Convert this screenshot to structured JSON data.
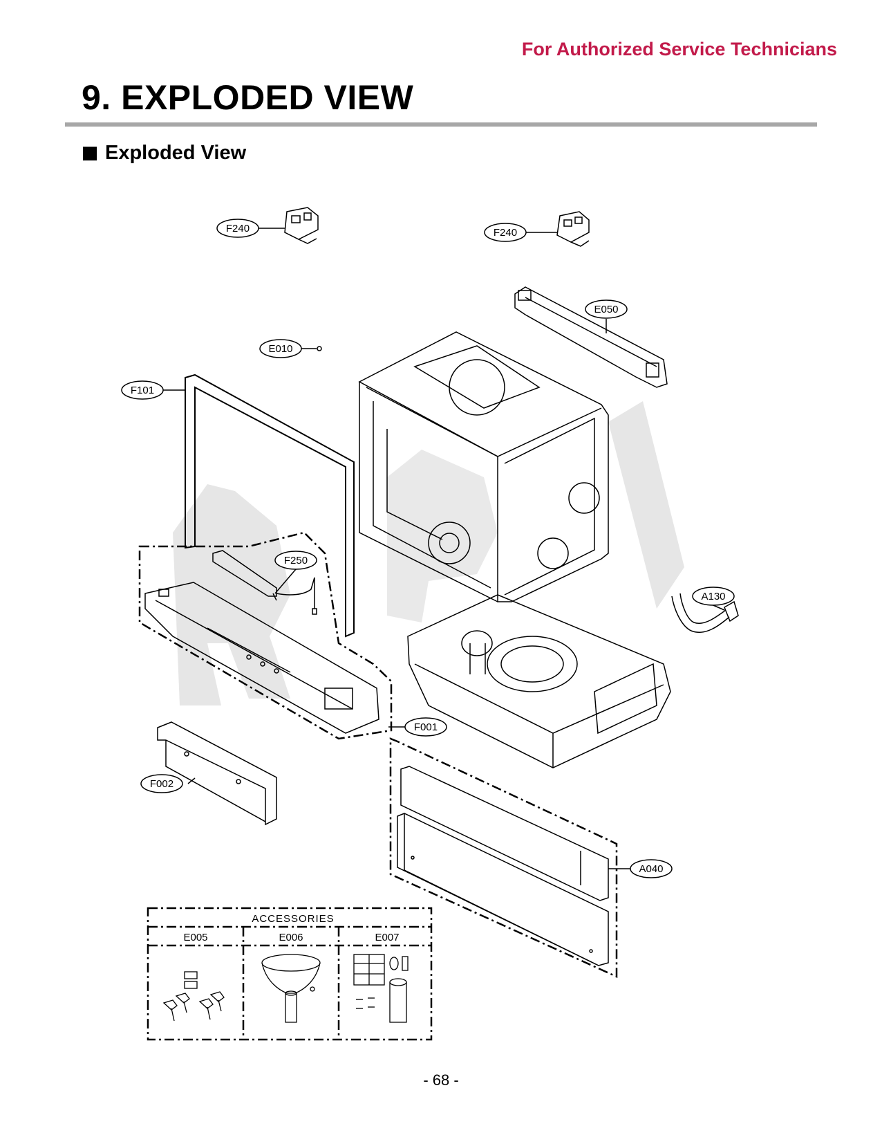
{
  "header": {
    "notice": "For Authorized Service Technicians",
    "chapter_title": "9. EXPLODED VIEW",
    "section_title": "Exploded View"
  },
  "callouts": {
    "f240_left": "F240",
    "f240_right": "F240",
    "e050": "E050",
    "e010": "E010",
    "f101": "F101",
    "f250": "F250",
    "a130": "A130",
    "f001": "F001",
    "f002": "F002",
    "a040": "A040"
  },
  "accessories": {
    "title": "ACCESSORIES",
    "columns": [
      "E005",
      "E006",
      "E007"
    ]
  },
  "watermark": "RPI",
  "footer": {
    "page_number": "- 68 -"
  },
  "colors": {
    "notice": "#c21a4a",
    "rule": "#a7a7a7",
    "watermark": "#e3e3e3"
  }
}
